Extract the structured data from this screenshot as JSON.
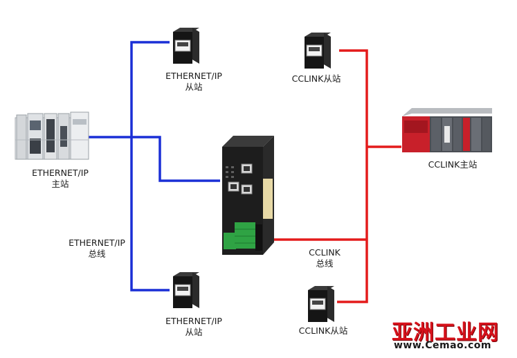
{
  "nodes": {
    "eth_master": {
      "line1": "ETHERNET/IP",
      "line2": "主站"
    },
    "eth_slave_top": {
      "line1": "ETHERNET/IP",
      "line2": "从站"
    },
    "eth_slave_bottom": {
      "line1": "ETHERNET/IP",
      "line2": "从站"
    },
    "cclink_slave_top": {
      "line1": "CCLINK从站"
    },
    "cclink_slave_bottom": {
      "line1": "CCLINK从站"
    },
    "cclink_master": {
      "line1": "CCLINK主站"
    }
  },
  "buses": {
    "ethernet": {
      "line1": "ETHERNET/IP",
      "line2": "总线",
      "color": "#1a2fd6"
    },
    "cclink": {
      "line1": "CCLINK",
      "line2": "总线",
      "color": "#e41b1b"
    }
  },
  "watermark": {
    "name": "亚洲工业网",
    "url": "www.Cemao.com"
  },
  "colors": {
    "device_dark": "#1d1d1d",
    "terminal_green": "#2fa344",
    "plc_red": "#c8202a"
  }
}
